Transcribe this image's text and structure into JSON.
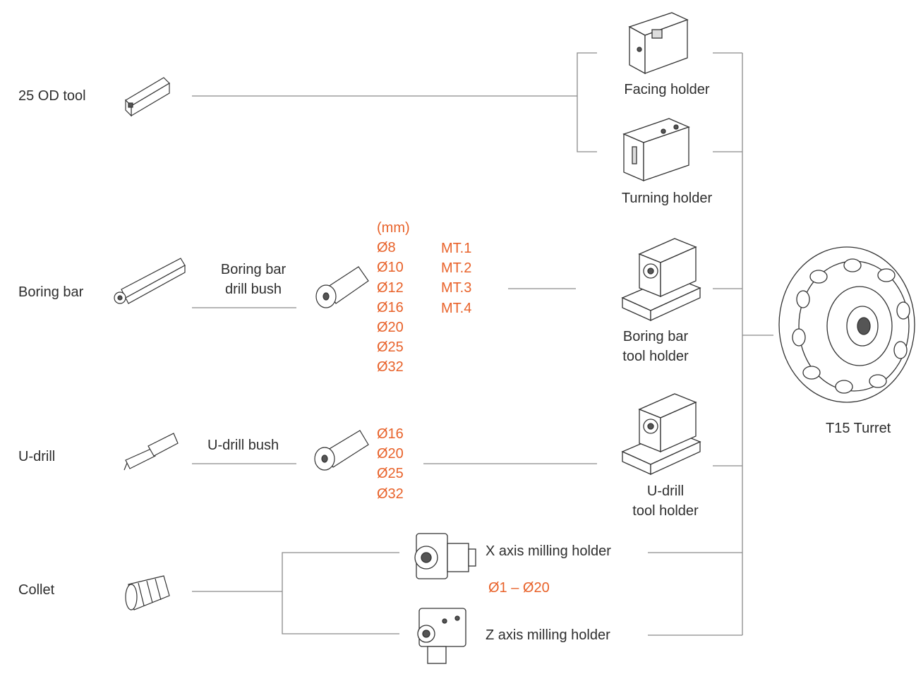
{
  "tools": {
    "od_tool": "25 OD tool",
    "boring_bar": "Boring bar",
    "u_drill": "U-drill",
    "collet": "Collet"
  },
  "bushes": {
    "boring_bar_drill_bush_line1": "Boring bar",
    "boring_bar_drill_bush_line2": "drill bush",
    "u_drill_bush": "U-drill bush"
  },
  "holders": {
    "facing": "Facing holder",
    "turning": "Turning holder",
    "boring_line1": "Boring bar",
    "boring_line2": "tool holder",
    "udrill_line1": "U-drill",
    "udrill_line2": "tool holder",
    "x_axis": "X axis milling holder",
    "z_axis": "Z axis milling holder"
  },
  "turret": {
    "label": "T15 Turret"
  },
  "boring_sizes": {
    "unit": "(mm)",
    "diameters": [
      "Ø8",
      "Ø10",
      "Ø12",
      "Ø16",
      "Ø20",
      "Ø25",
      "Ø32"
    ],
    "morse_tapers": [
      "MT.1",
      "MT.2",
      "MT.3",
      "MT.4"
    ]
  },
  "udrill_sizes": [
    "Ø16",
    "Ø20",
    "Ø25",
    "Ø32"
  ],
  "collet_range": "Ø1 – Ø20",
  "colors": {
    "accent": "#e8622a",
    "line": "#8a8a8a",
    "text": "#2e2e2e"
  }
}
